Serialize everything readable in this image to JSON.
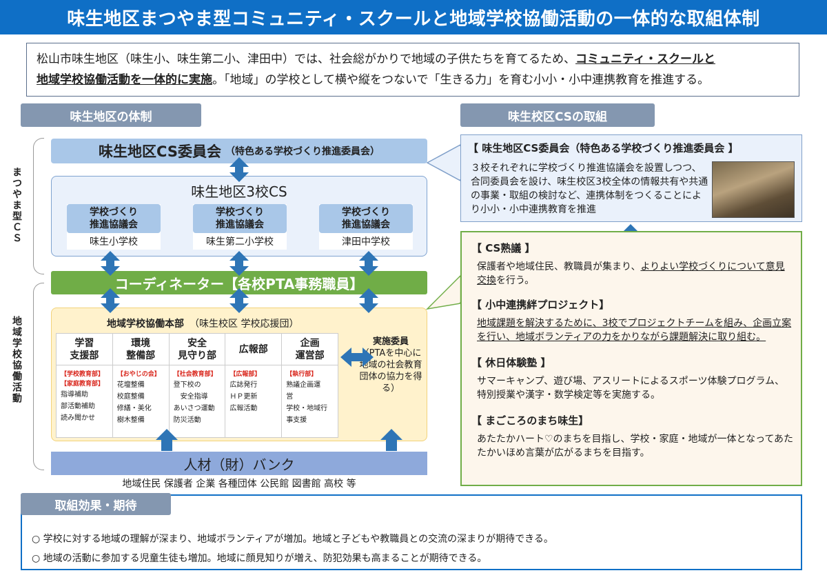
{
  "title": "味生地区まつやま型コミュニティ・スクールと地域学校協働活動の一体的な取組体制",
  "intro": {
    "line1_a": "松山市味生地区（味生小、味生第二小、津田中）では、社会総がかりで地域の子供たちを育てるため、",
    "line1_b": "コミュニティ・スクールと",
    "line2_a": "地域学校協働活動を一体的に実施",
    "line2_b": "。「地域」の学校として横や縦をつないで「生きる力」を育む小小・小中連携教育を推進する。"
  },
  "left": {
    "section_title": "味生地区の体制",
    "label_cs": "まつやま型ＣＳ",
    "label_collab": "地域学校協働活動",
    "committee_main": "味生地区CS委員会",
    "committee_sub": "（特色ある学校づくり推進委員会）",
    "three_cs_title": "味生地区3校CS",
    "schools": [
      {
        "council": "学校づくり\n推進協議会",
        "name": "味生小学校"
      },
      {
        "council": "学校づくり\n推進協議会",
        "name": "味生第二小学校"
      },
      {
        "council": "学校づくり\n推進協議会",
        "name": "津田中学校"
      }
    ],
    "coordinator": "コーディネーター【各校PTA事務職員】",
    "hq_title": "地域学校協働本部",
    "hq_sub": "（味生校区 学校応援団）",
    "departments": [
      {
        "name": "学習\n支援部",
        "tags": [
          "【学校教育部】",
          "【家庭教育部】"
        ],
        "activities": [
          "指導補助",
          "部活動補助",
          "読み聞かせ"
        ]
      },
      {
        "name": "環境\n整備部",
        "tags": [
          "【おやじの会】"
        ],
        "activities": [
          "花壇整備",
          "校庭整備",
          "修繕・美化",
          "樹木整備"
        ]
      },
      {
        "name": "安全\n見守り部",
        "tags": [
          "【社会教育部】"
        ],
        "activities": [
          "登下校の",
          "　安全指導",
          "あいさつ運動",
          "防災活動"
        ]
      },
      {
        "name": "広報部",
        "tags": [
          "【広報部】"
        ],
        "activities": [
          "広誌発行",
          "ＨＰ更新",
          "広報活動"
        ]
      },
      {
        "name": "企画\n運営部",
        "tags": [
          "【執行部】"
        ],
        "activities": [
          "熟議企画運",
          "営",
          "学校・地域行",
          "事支援"
        ]
      }
    ],
    "exec_title": "実施委員",
    "exec_body": "（PTAを中心に地域の社会教育団体の協力を得る）",
    "bank": "人材（財）バンク",
    "bank_members": "地域住民 保護者 企業 各種団体 公民館 図書館 高校 等"
  },
  "right": {
    "section_title": "味生校区CSの取組",
    "top_heading": "【 味生地区CS委員会（特色ある学校づくり推進委員会 】",
    "top_body": "３校それぞれに学校づくり推進協議会を設置しつつ、合同委員会を設け、味生校区3校全体の情報共有や共通の事業・取組の検討など、連携体制をつくることにより小小・小中連携教育を推進",
    "items": [
      {
        "heading": "【 CS熟議 】",
        "body_plain": "保護者や地域住民、教職員が集まり、",
        "body_underline": "よりよい学校づくりについて意見交換",
        "body_tail": "を行う。"
      },
      {
        "heading": "【 小中連携絆プロジェクト】",
        "body_underline": "地域課題を解決するために、3校でプロジェクトチームを組み、企画立案を行い、地域ボランティアの力をかりながら課題解決に取り組む。"
      },
      {
        "heading": "【 休日体験塾 】",
        "body_plain": "サマーキャンプ、遊び場、アスリートによるスポーツ体験プログラム、特別授業や漢字・数学検定等を実施する。"
      },
      {
        "heading": "【 まごころのまち味生】",
        "body_plain": "あたたかハート♡のまちを目指し、学校・家庭・地域が一体となってあたたかいほめ言葉が広がるまちを目指す。"
      }
    ]
  },
  "effects": {
    "section_title": "取組効果・期待",
    "list": [
      "○ 学校に対する地域の理解が深まり、地域ボランティアが増加。地域と子どもや教職員との交流の深まりが期待できる。",
      "○ 地域の活動に参加する児童生徒も増加。地域に顔見知りが増え、防犯効果も高まることが期待できる。"
    ]
  }
}
